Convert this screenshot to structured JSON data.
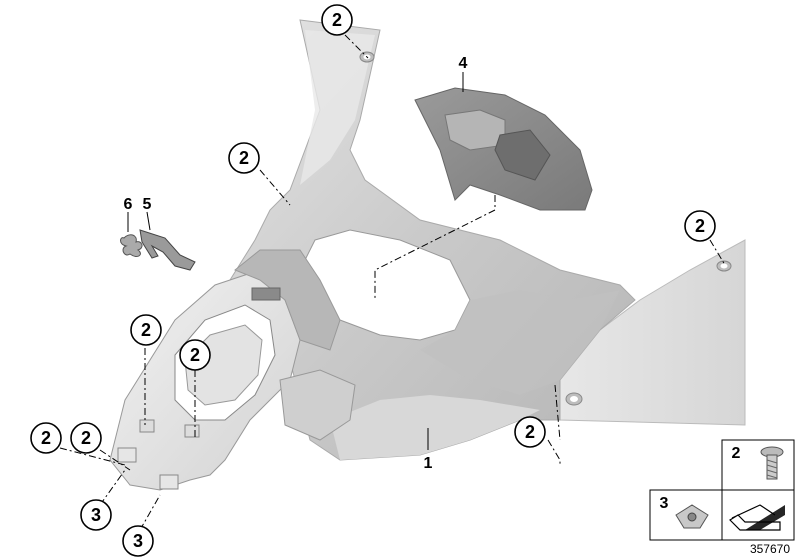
{
  "diagram": {
    "document_number": "357670",
    "part_numbers": {
      "fairing": "1",
      "screw": "2",
      "clip_nut": "3",
      "cover": "4",
      "latch": "5",
      "spring": "6"
    },
    "legend": {
      "screw_label": "2",
      "clip_nut_label": "3"
    }
  }
}
